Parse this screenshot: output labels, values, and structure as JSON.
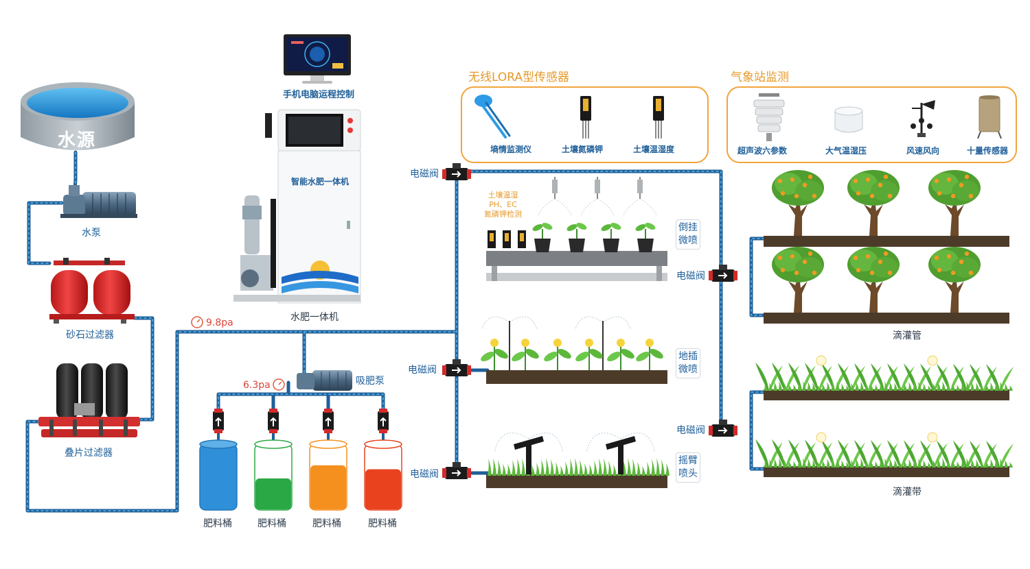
{
  "source": {
    "label": "水源"
  },
  "pump": {
    "label": "水泵"
  },
  "sand_filter": {
    "label": "砂石过滤器"
  },
  "disc_filter": {
    "label": "叠片过滤器"
  },
  "remote": {
    "label": "手机电脑运程控制"
  },
  "machine": {
    "panel_label": "智能水肥一体机",
    "label": "水肥一体机"
  },
  "pressure_main": "9.8pa",
  "pressure_fert": "6.3pa",
  "fert_pump": {
    "label": "吸肥泵"
  },
  "buckets": [
    {
      "label": "肥料桶",
      "color": "#2f8fd8"
    },
    {
      "label": "肥料桶",
      "color": "#2aa845"
    },
    {
      "label": "肥料桶",
      "color": "#f58f1e"
    },
    {
      "label": "肥料桶",
      "color": "#e8421f"
    }
  ],
  "lora": {
    "title": "无线LORA型传感器",
    "items": [
      "墒情监测仪",
      "土壤氮磷钾",
      "土壤温湿度"
    ]
  },
  "weather": {
    "title": "气象站监测",
    "items": [
      "超声波六参数",
      "大气温湿压",
      "风速风向",
      "十量传感器"
    ]
  },
  "valve_label": "电磁阀",
  "soil_detect": [
    "土壤温湿",
    "PH、EC",
    "氮磷钾检测"
  ],
  "methods": [
    {
      "line1": "倒挂",
      "line2": "微喷"
    },
    {
      "line1": "地插",
      "line2": "微喷"
    },
    {
      "line1": "摇臂",
      "line2": "喷头"
    }
  ],
  "drip_pipe": "滴灌管",
  "drip_tape": "滴灌带",
  "colors": {
    "pipe": "#1f5f99",
    "accent_orange": "#e59a2b",
    "pressure_red": "#d9453a",
    "valve_red": "#d42a2a",
    "water_blue": "#1e90d8"
  }
}
